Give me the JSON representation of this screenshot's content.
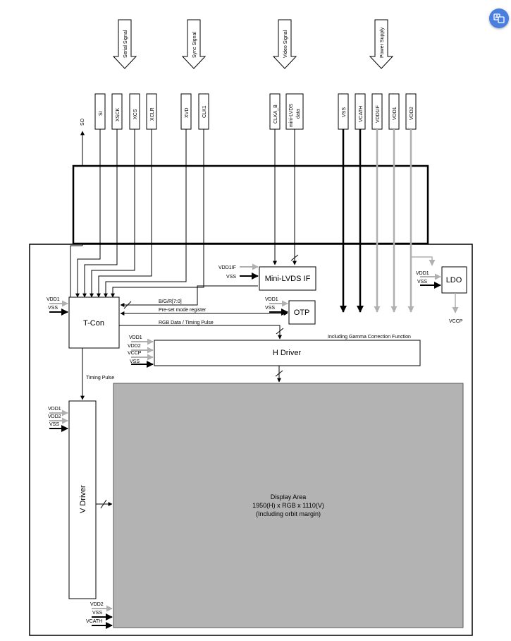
{
  "inputs": {
    "serial_signal": "Serial Signal",
    "sync_signal": "Sync Signal",
    "video_signal": "Video Signal",
    "power_supply": "Power Supply"
  },
  "pins": {
    "so": "SO",
    "si": "SI",
    "xsck": "XSCK",
    "xcs": "XCS",
    "xclr": "XCLR",
    "xvd": "XVD",
    "clk1": "CLK1",
    "clka_b": "CLKA_B",
    "mini_lvds_data_1": "mini-LVDS",
    "mini_lvds_data_2": "data",
    "vss": "VSS",
    "vcath": "VCATH",
    "vdd1if": "VDD1IF",
    "vdd1": "VDD1",
    "vdd2": "VDD2"
  },
  "blocks": {
    "mini_lvds_if": "Mini-LVDS IF",
    "ldo": "LDO",
    "tcon": "T-Con",
    "otp": "OTP",
    "h_driver": "H Driver",
    "v_driver": "V Driver",
    "display_line1": "Display Area",
    "display_line2": "1950(H) x RGB x 1110(V)",
    "display_line3": "(Including orbit margin)"
  },
  "signals": {
    "bgr": "B/G/R[7:0]",
    "preset": "Pre-set mode register",
    "rgb_timing": "RGB Data / Timing Pulse",
    "gamma": "Including Gamma Correction Function",
    "timing_pulse": "Timing Pulse",
    "vccp_out": "VCCP"
  },
  "supply_labels": {
    "vdd1if": "VDD1IF",
    "vdd1": "VDD1",
    "vdd2": "VDD2",
    "vss": "VSS",
    "vccp": "VCCP",
    "vcath": "VCATH"
  },
  "colors": {
    "display_fill": "#b3b3b3",
    "gray_line": "#b0b0b0",
    "accent_button": "#4a7fe0"
  }
}
